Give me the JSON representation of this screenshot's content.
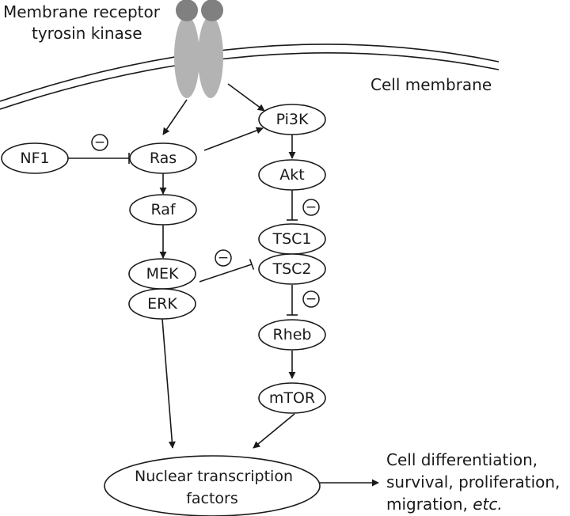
{
  "labels": {
    "receptor_line1": "Membrane receptor",
    "receptor_line2": "tyrosin kinase",
    "membrane": "Cell membrane",
    "nf1": "NF1",
    "ras": "Ras",
    "raf": "Raf",
    "mek": "MEK",
    "erk": "ERK",
    "pi3k": "Pi3K",
    "akt": "Akt",
    "tsc1": "TSC1",
    "tsc2": "TSC2",
    "rheb": "Rheb",
    "mtor": "mTOR",
    "nuclear_line1": "Nuclear transcription",
    "nuclear_line2": "factors",
    "outcome_line1": "Cell differentiation,",
    "outcome_line2": "survival, proliferation,",
    "outcome_line3_prefix": "migration, ",
    "outcome_line3_italic": "etc.",
    "inhibition_sign": "−"
  },
  "colors": {
    "line": "#1a1a1a",
    "receptor_body": "#b3b3b3",
    "receptor_head": "#808080"
  }
}
